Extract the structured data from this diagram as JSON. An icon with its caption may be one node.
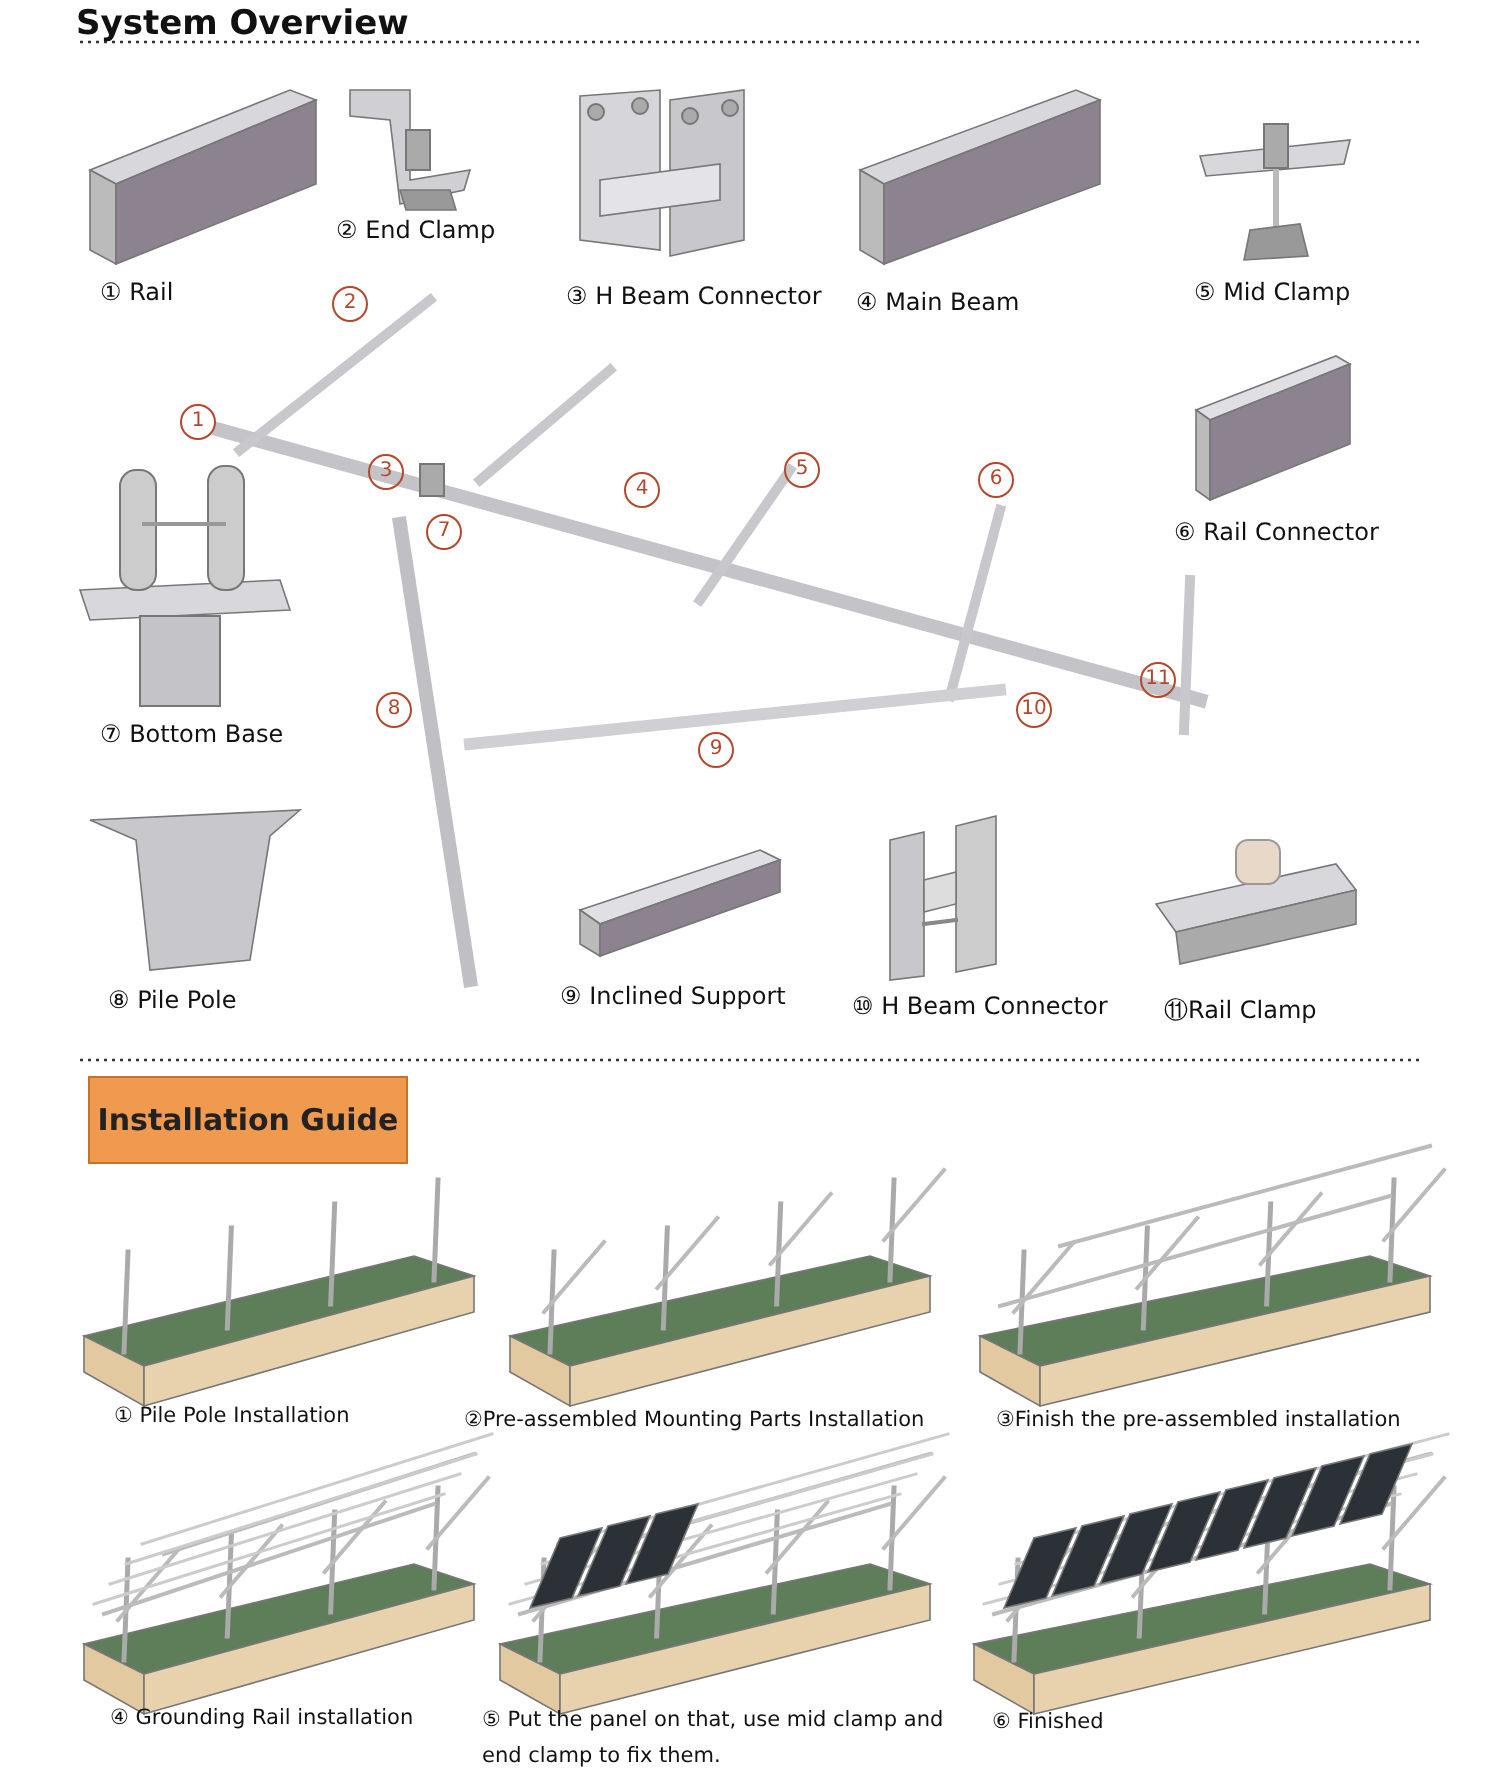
{
  "diagram": {
    "title": "System Overview",
    "nodes": [
      {
        "text": [
          "Installation Guide"
        ]
      }
    ],
    "labels": [
      "① Rail",
      "② End Clamp",
      "③ H Beam Connector",
      "④ Main Beam",
      "⑤ Mid Clamp",
      "2",
      "1",
      "3",
      "4",
      "5",
      "6",
      "7",
      "⑥ Rail Connector",
      "⑦ Bottom Base",
      "8",
      "11",
      "10",
      "9",
      "⑧ Pile Pole",
      "⑨ Inclined Support",
      "⑩ H Beam Connector",
      "⑪Rail Clamp",
      "① Pile Pole Installation",
      "②Pre-assembled Mounting Parts Installation",
      "③Finish the pre-assembled installation",
      "④ Grounding Rail installation",
      "⑤ Put the panel on that, use mid clamp and end clamp to fix them.",
      "⑥ Finished"
    ]
  }
}
